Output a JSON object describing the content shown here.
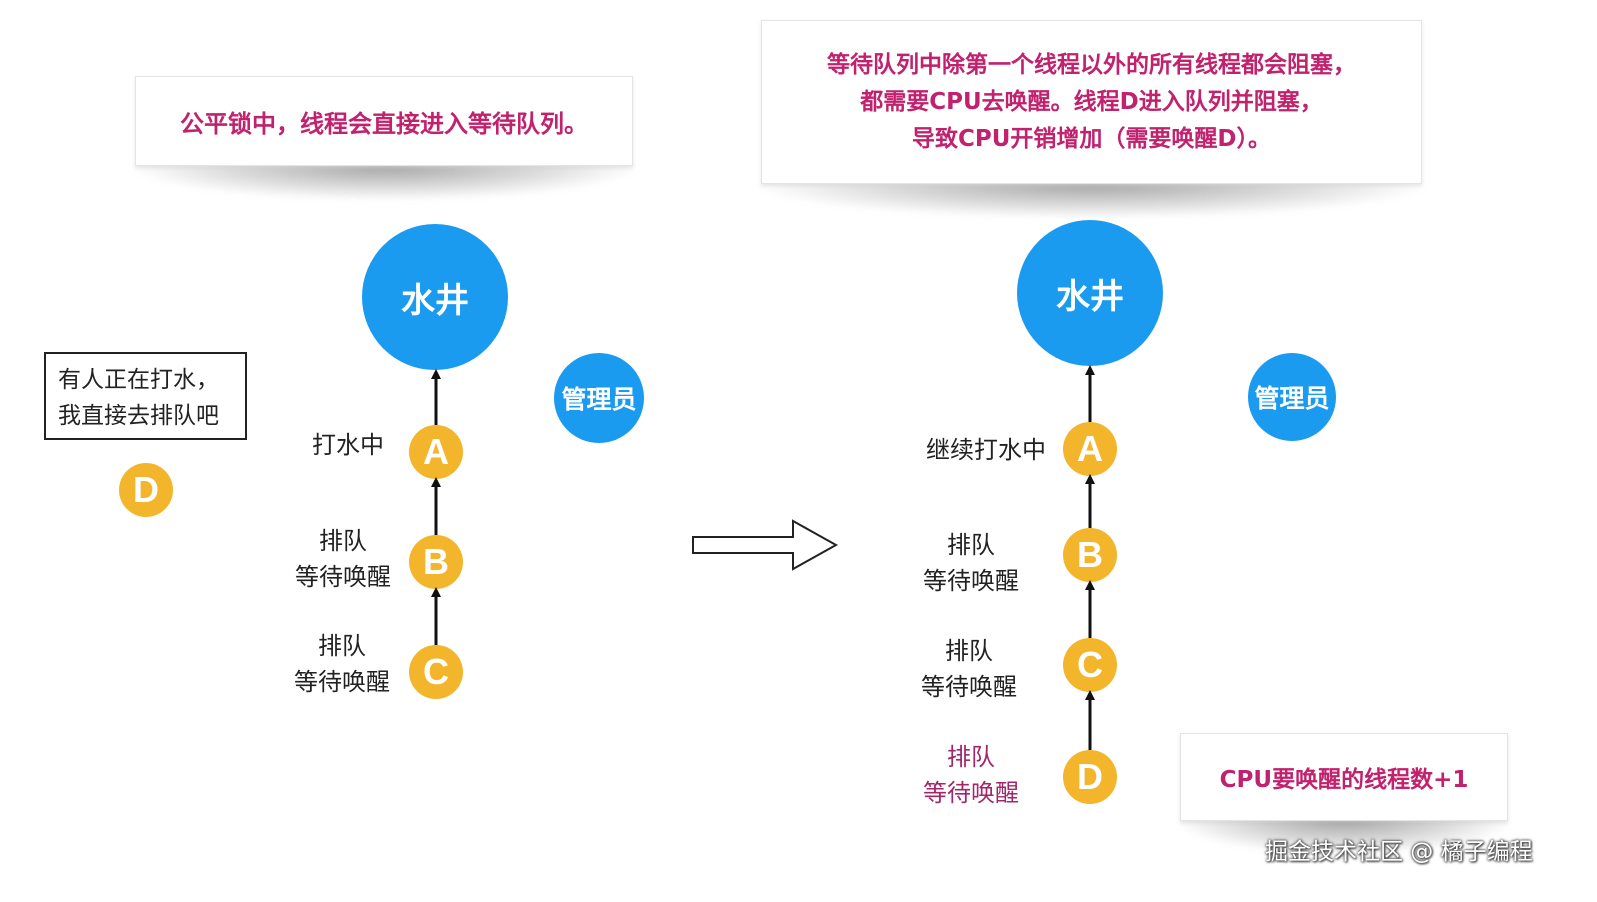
{
  "left": {
    "callout": "公平锁中，线程会直接进入等待队列。",
    "well": "水井",
    "manager": "管理员",
    "speech": [
      "有人正在打水，",
      "我直接去排队吧"
    ],
    "nodes": [
      {
        "letter": "A",
        "label": [
          "打水中"
        ]
      },
      {
        "letter": "B",
        "label": [
          "排队",
          "等待唤醒"
        ]
      },
      {
        "letter": "C",
        "label": [
          "排队",
          "等待唤醒"
        ]
      }
    ],
    "waiting_node": "D"
  },
  "right": {
    "callout": [
      "等待队列中除第一个线程以外的所有线程都会阻塞，",
      "都需要CPU去唤醒。线程D进入队列并阻塞，",
      "导致CPU开销增加（需要唤醒D）。"
    ],
    "well": "水井",
    "manager": "管理员",
    "nodes": [
      {
        "letter": "A",
        "label": [
          "继续打水中"
        ]
      },
      {
        "letter": "B",
        "label": [
          "排队",
          "等待唤醒"
        ]
      },
      {
        "letter": "C",
        "label": [
          "排队",
          "等待唤醒"
        ]
      },
      {
        "letter": "D",
        "label": [
          "排队",
          "等待唤醒"
        ]
      }
    ],
    "cpu_note": "CPU要唤醒的线程数+1"
  },
  "watermark": "掘金技术社区 @ 橘子编程",
  "colors": {
    "callout_text": "#c0226e",
    "highlight_label": "#a1266b",
    "circle_blue": "#1a9bf0",
    "node_orange": "#f3b52b"
  }
}
